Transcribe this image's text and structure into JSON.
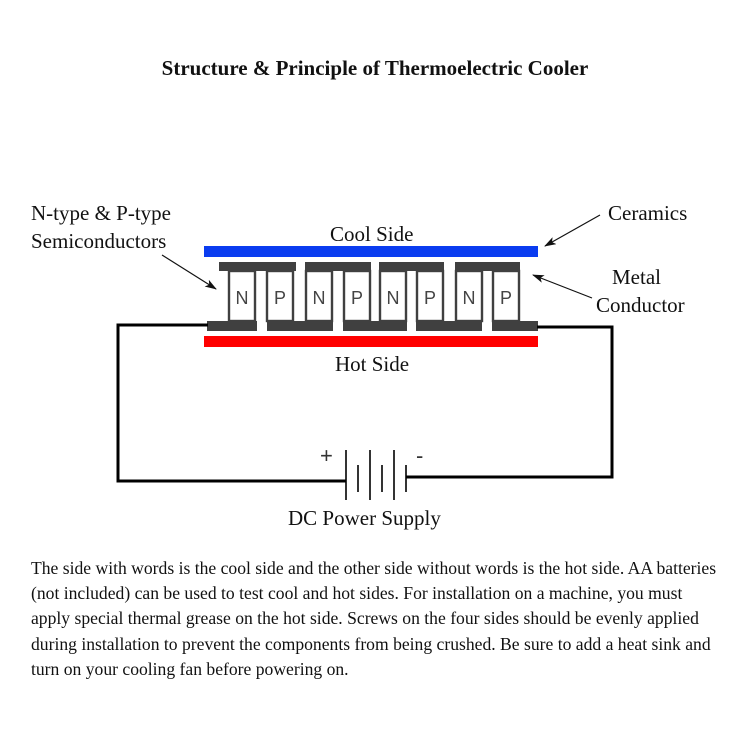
{
  "title": "Structure & Principle of Thermoelectric Cooler",
  "labels": {
    "semiconductors_line1": "N-type & P-type",
    "semiconductors_line2": "Semiconductors",
    "cool_side": "Cool Side",
    "hot_side": "Hot Side",
    "ceramics": "Ceramics",
    "metal_conductor_line1": "Metal",
    "metal_conductor_line2": "Conductor",
    "power_supply": "DC Power Supply",
    "plus": "+",
    "minus": "-"
  },
  "pellets": [
    "N",
    "P",
    "N",
    "P",
    "N",
    "P",
    "N",
    "P"
  ],
  "colors": {
    "cool_ceramic": "#0a3cf0",
    "hot_ceramic": "#ff0000",
    "conductor": "#404040",
    "pellet_stroke": "#404040",
    "wire": "#000000"
  },
  "description": "The side with words is the cool side and the other side without words is the hot side. AA batteries (not included) can be used to test cool and hot sides. For installation on a machine, you must apply special thermal grease on the hot side. Screws on the four sides should be evenly applied during installation to prevent the components from being crushed. Be sure to add a heat sink and turn on your cooling fan before powering on."
}
